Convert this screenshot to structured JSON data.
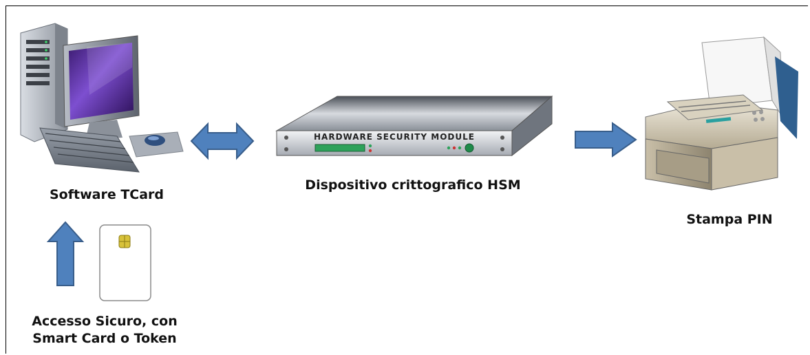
{
  "hsm_front_text": "HARDWARE SECURITY MODULE",
  "labels": {
    "software": "Software TCard",
    "hsm": "Dispositivo crittografico HSM",
    "printer": "Stampa PIN",
    "access_line1": "Accesso Sicuro, con",
    "access_line2": "Smart Card o Token"
  },
  "colors": {
    "arrow_fill": "#4f81bd",
    "arrow_stroke": "#385d8a"
  }
}
